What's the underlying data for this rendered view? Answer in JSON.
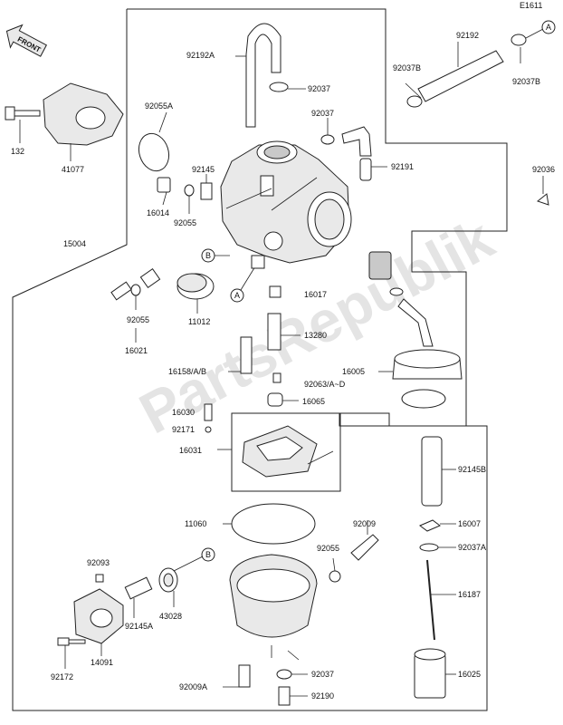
{
  "diagram_id": "E1611",
  "front_label": "FRONT",
  "watermark": "PartsRepublik",
  "callouts": {
    "a": "A",
    "b": "B"
  },
  "labels": {
    "p92192A": "92192A",
    "p92037_top": "92037",
    "p92037_mid": "92037",
    "p92055A": "92055A",
    "p132": "132",
    "p41077": "41077",
    "p92145": "92145",
    "p16014": "16014",
    "p92055_mid": "92055",
    "p92191": "92191",
    "p92192": "92192",
    "p92037B_l": "92037B",
    "p92037B_r": "92037B",
    "p92036": "92036",
    "p15004": "15004",
    "p92055_left": "92055",
    "p16021": "16021",
    "p11012": "11012",
    "p16017": "16017",
    "p13280": "13280",
    "p16158": "16158/A/B",
    "p16005": "16005",
    "p92063": "92063/A~D",
    "p16065": "16065",
    "p16030": "16030",
    "p92171": "92171",
    "p16031": "16031",
    "p92145B": "92145B",
    "p11060": "11060",
    "p92009": "92009",
    "p16007": "16007",
    "p92093": "92093",
    "p92055_low": "92055",
    "p92037A": "92037A",
    "p43028": "43028",
    "p92145A": "92145A",
    "p16187": "16187",
    "p14091": "14091",
    "p92172": "92172",
    "p92009A": "92009A",
    "p92037_bot": "92037",
    "p16025": "16025",
    "p92190": "92190"
  }
}
